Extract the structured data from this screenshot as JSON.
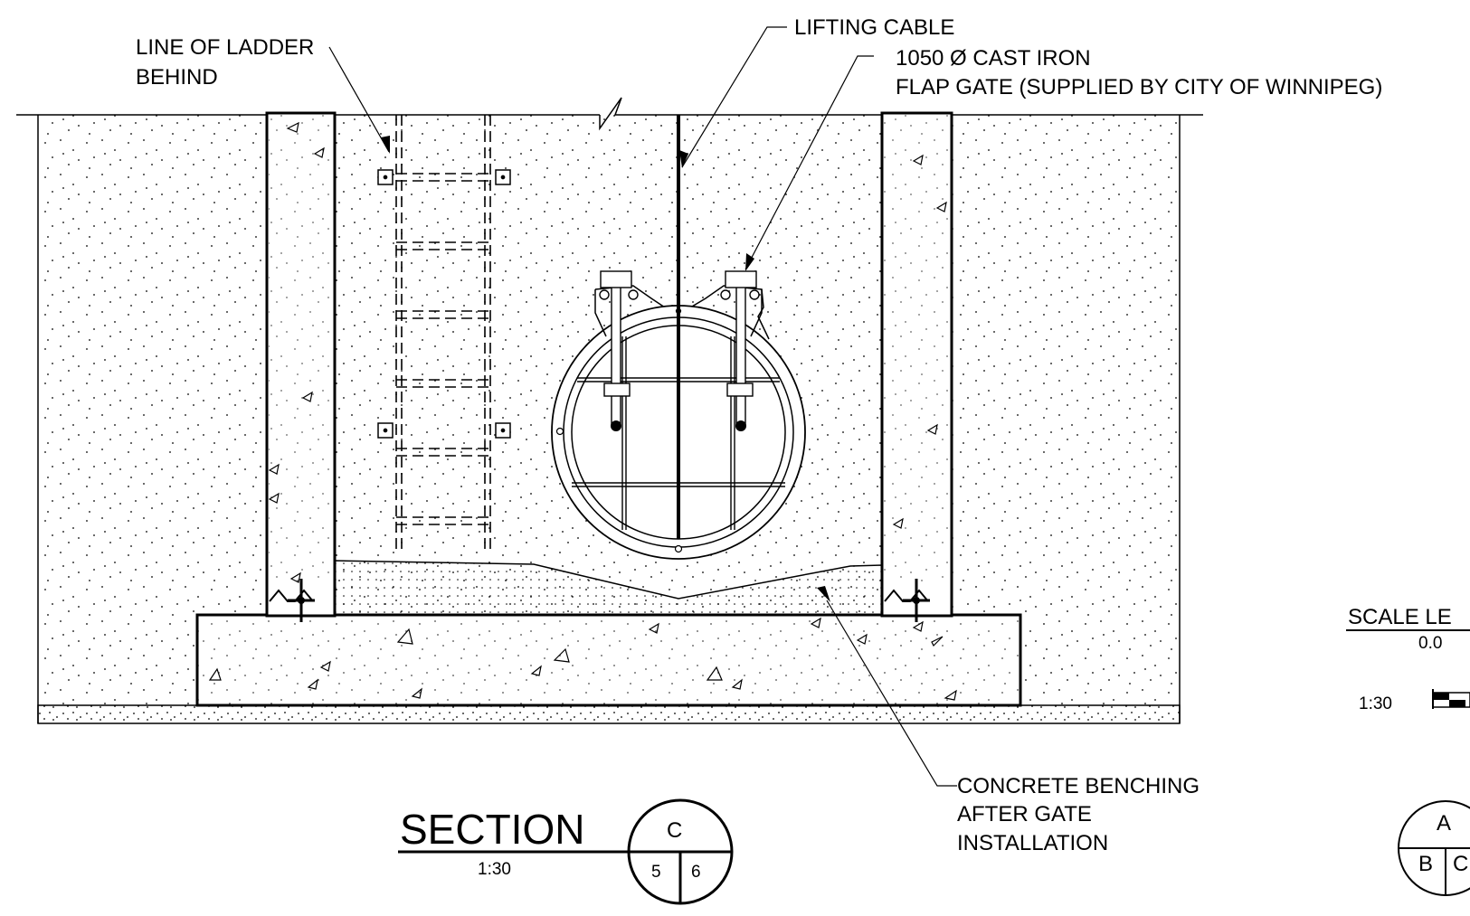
{
  "labels": {
    "ladder_line1": "LINE OF LADDER",
    "ladder_line2": "BEHIND",
    "lifting_cable": "LIFTING CABLE",
    "gate_line1": "1050 Ø CAST IRON",
    "gate_line2": "FLAP GATE (SUPPLIED BY CITY OF WINNIPEG)",
    "bench_line1": "CONCRETE BENCHING",
    "bench_line2": "AFTER GATE",
    "bench_line3": "INSTALLATION"
  },
  "section": {
    "title": "SECTION",
    "scale": "1:30",
    "marker_letter": "C",
    "marker_left": "5",
    "marker_right": "6"
  },
  "scale_legend": {
    "title": "SCALE LE",
    "zero": "0.0",
    "ratio": "1:30"
  },
  "key_marker": {
    "top": "A",
    "bottom_left": "B",
    "bottom_right": "C"
  }
}
